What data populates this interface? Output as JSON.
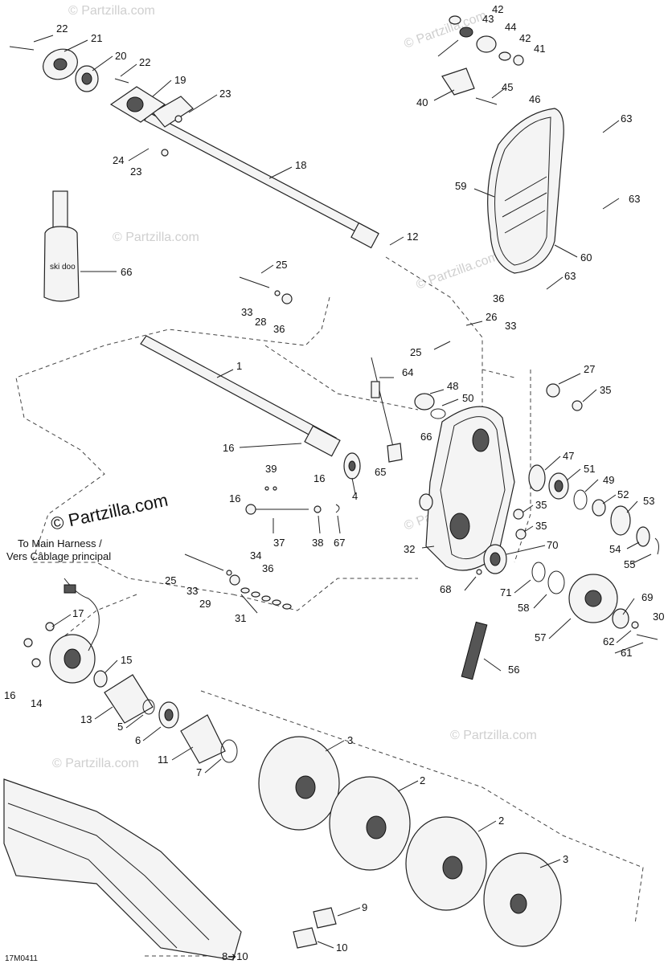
{
  "diagram": {
    "callouts": [
      {
        "id": "c22a",
        "text": "22"
      },
      {
        "id": "c21",
        "text": "21"
      },
      {
        "id": "c20",
        "text": "20"
      },
      {
        "id": "c22b",
        "text": "22"
      },
      {
        "id": "c19",
        "text": "19"
      },
      {
        "id": "c23a",
        "text": "23"
      },
      {
        "id": "c24",
        "text": "24"
      },
      {
        "id": "c23b",
        "text": "23"
      },
      {
        "id": "c18",
        "text": "18"
      },
      {
        "id": "c12",
        "text": "12"
      },
      {
        "id": "c66",
        "text": "66"
      },
      {
        "id": "c25a",
        "text": "25"
      },
      {
        "id": "c33a",
        "text": "33"
      },
      {
        "id": "c28",
        "text": "28"
      },
      {
        "id": "c36a",
        "text": "36"
      },
      {
        "id": "c42a",
        "text": "42"
      },
      {
        "id": "c43",
        "text": "43"
      },
      {
        "id": "c44",
        "text": "44"
      },
      {
        "id": "c42b",
        "text": "42"
      },
      {
        "id": "c41",
        "text": "41"
      },
      {
        "id": "c40",
        "text": "40"
      },
      {
        "id": "c45",
        "text": "45"
      },
      {
        "id": "c46",
        "text": "46"
      },
      {
        "id": "c63a",
        "text": "63"
      },
      {
        "id": "c59",
        "text": "59"
      },
      {
        "id": "c63b",
        "text": "63"
      },
      {
        "id": "c60",
        "text": "60"
      },
      {
        "id": "c63c",
        "text": "63"
      },
      {
        "id": "c36b",
        "text": "36"
      },
      {
        "id": "c26",
        "text": "26"
      },
      {
        "id": "c25b",
        "text": "25"
      },
      {
        "id": "c33b",
        "text": "33"
      },
      {
        "id": "c1",
        "text": "1"
      },
      {
        "id": "c64",
        "text": "64"
      },
      {
        "id": "c48",
        "text": "48"
      },
      {
        "id": "c50",
        "text": "50"
      },
      {
        "id": "c27",
        "text": "27"
      },
      {
        "id": "c35a",
        "text": "35"
      },
      {
        "id": "c66b",
        "text": "66"
      },
      {
        "id": "c16a",
        "text": "16"
      },
      {
        "id": "c4",
        "text": "4"
      },
      {
        "id": "c65",
        "text": "65"
      },
      {
        "id": "c47",
        "text": "47"
      },
      {
        "id": "c51",
        "text": "51"
      },
      {
        "id": "c49",
        "text": "49"
      },
      {
        "id": "c39",
        "text": "39"
      },
      {
        "id": "c16b",
        "text": "16"
      },
      {
        "id": "c16c",
        "text": "16"
      },
      {
        "id": "c52",
        "text": "52"
      },
      {
        "id": "c53",
        "text": "53"
      },
      {
        "id": "c35b",
        "text": "35"
      },
      {
        "id": "c35c",
        "text": "35"
      },
      {
        "id": "c37",
        "text": "37"
      },
      {
        "id": "c38",
        "text": "38"
      },
      {
        "id": "c67",
        "text": "67"
      },
      {
        "id": "c54",
        "text": "54"
      },
      {
        "id": "c55",
        "text": "55"
      },
      {
        "id": "c34",
        "text": "34"
      },
      {
        "id": "c36c",
        "text": "36"
      },
      {
        "id": "c70",
        "text": "70"
      },
      {
        "id": "c32",
        "text": "32"
      },
      {
        "id": "c25c",
        "text": "25"
      },
      {
        "id": "c33c",
        "text": "33"
      },
      {
        "id": "c29",
        "text": "29"
      },
      {
        "id": "c68",
        "text": "68"
      },
      {
        "id": "c71",
        "text": "71"
      },
      {
        "id": "c58",
        "text": "58"
      },
      {
        "id": "c69",
        "text": "69"
      },
      {
        "id": "c30",
        "text": "30"
      },
      {
        "id": "c31",
        "text": "31"
      },
      {
        "id": "c17",
        "text": "17"
      },
      {
        "id": "c57",
        "text": "57"
      },
      {
        "id": "c62",
        "text": "62"
      },
      {
        "id": "c61",
        "text": "61"
      },
      {
        "id": "c15",
        "text": "15"
      },
      {
        "id": "c16d",
        "text": "16"
      },
      {
        "id": "c14",
        "text": "14"
      },
      {
        "id": "c56",
        "text": "56"
      },
      {
        "id": "c13",
        "text": "13"
      },
      {
        "id": "c5",
        "text": "5"
      },
      {
        "id": "c6",
        "text": "6"
      },
      {
        "id": "c3a",
        "text": "3"
      },
      {
        "id": "c11",
        "text": "11"
      },
      {
        "id": "c7",
        "text": "7"
      },
      {
        "id": "c2a",
        "text": "2"
      },
      {
        "id": "c2b",
        "text": "2"
      },
      {
        "id": "c3b",
        "text": "3"
      },
      {
        "id": "c9",
        "text": "9"
      },
      {
        "id": "c8",
        "text": "8➔10"
      },
      {
        "id": "c10",
        "text": "10"
      }
    ],
    "harness_note_line1": "To Main Harness /",
    "harness_note_line2": "Vers Câblage principal",
    "watermark_brand": "© Partzilla.com",
    "watermark_text": "© Partzilla.com",
    "bottle_label": "ski doo",
    "figure_code": "17M0411"
  }
}
